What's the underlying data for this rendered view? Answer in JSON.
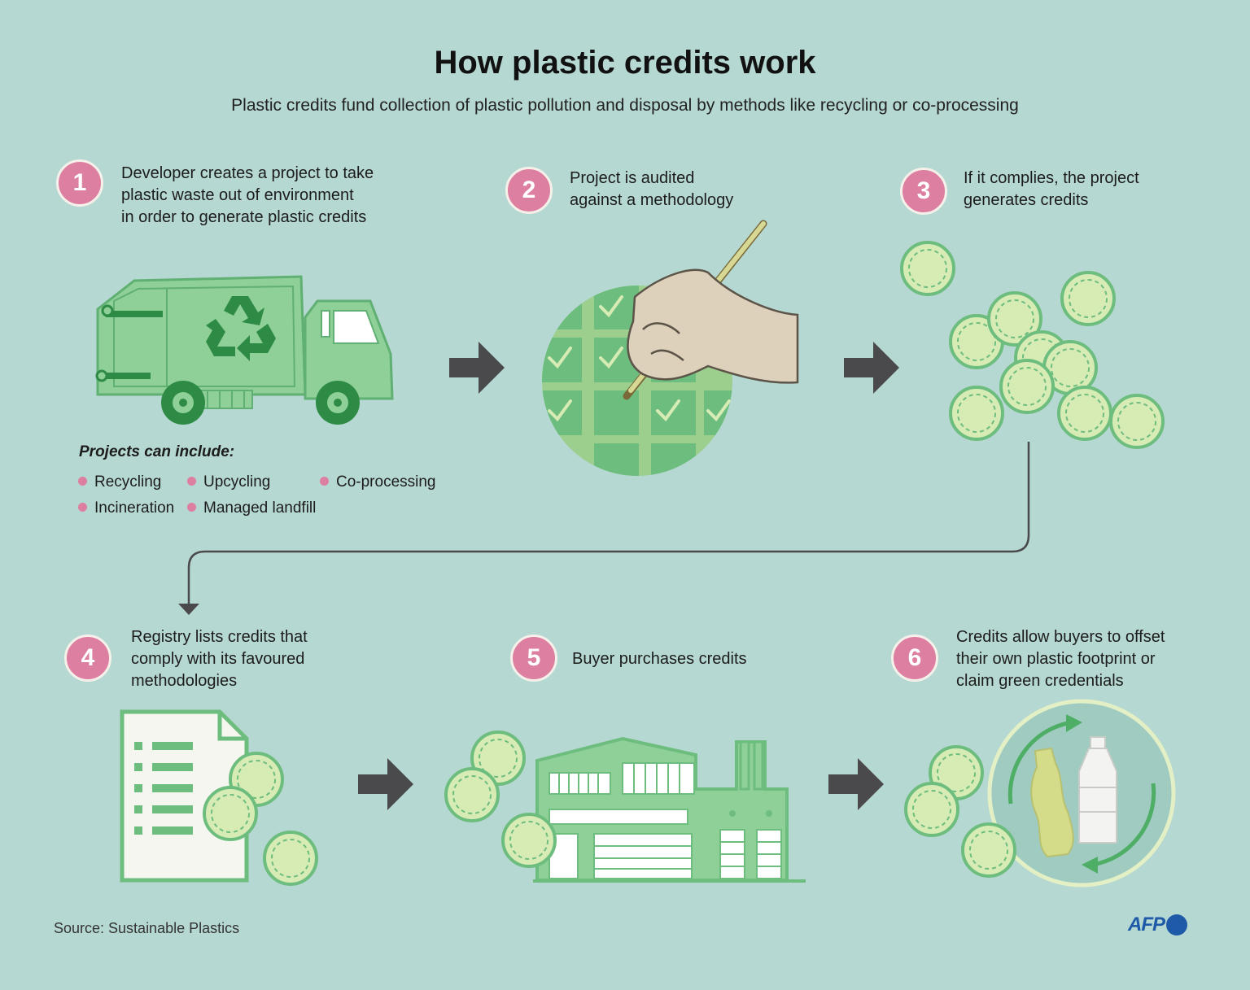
{
  "title": "How plastic credits work",
  "subtitle": "Plastic credits fund collection of plastic pollution and disposal by methods like recycling or co-processing",
  "steps": [
    {
      "number": "1",
      "text": "Developer creates a project to take\nplastic waste out of environment\nin order to generate plastic credits"
    },
    {
      "number": "2",
      "text": "Project is audited\nagainst a methodology"
    },
    {
      "number": "3",
      "text": "If it complies, the project\ngenerates credits"
    },
    {
      "number": "4",
      "text": "Registry lists credits that\ncomply with its favoured\nmethodologies"
    },
    {
      "number": "5",
      "text": "Buyer purchases credits"
    },
    {
      "number": "6",
      "text": "Credits allow buyers to offset\ntheir own plastic footprint or\nclaim green credentials"
    }
  ],
  "projects": {
    "heading": "Projects can include:",
    "items": [
      "Recycling",
      "Upcycling",
      "Co-processing",
      "Incineration",
      "Managed landfill"
    ]
  },
  "source": "Source: Sustainable Plastics",
  "logo": "AFP",
  "colors": {
    "background": "#b6d8d2",
    "badge": "#dc7fa0",
    "green": "#6dbd7e",
    "green_dark": "#2e8b46",
    "credit_fill": "#d7ebb5",
    "arrow": "#4a4a4c"
  }
}
